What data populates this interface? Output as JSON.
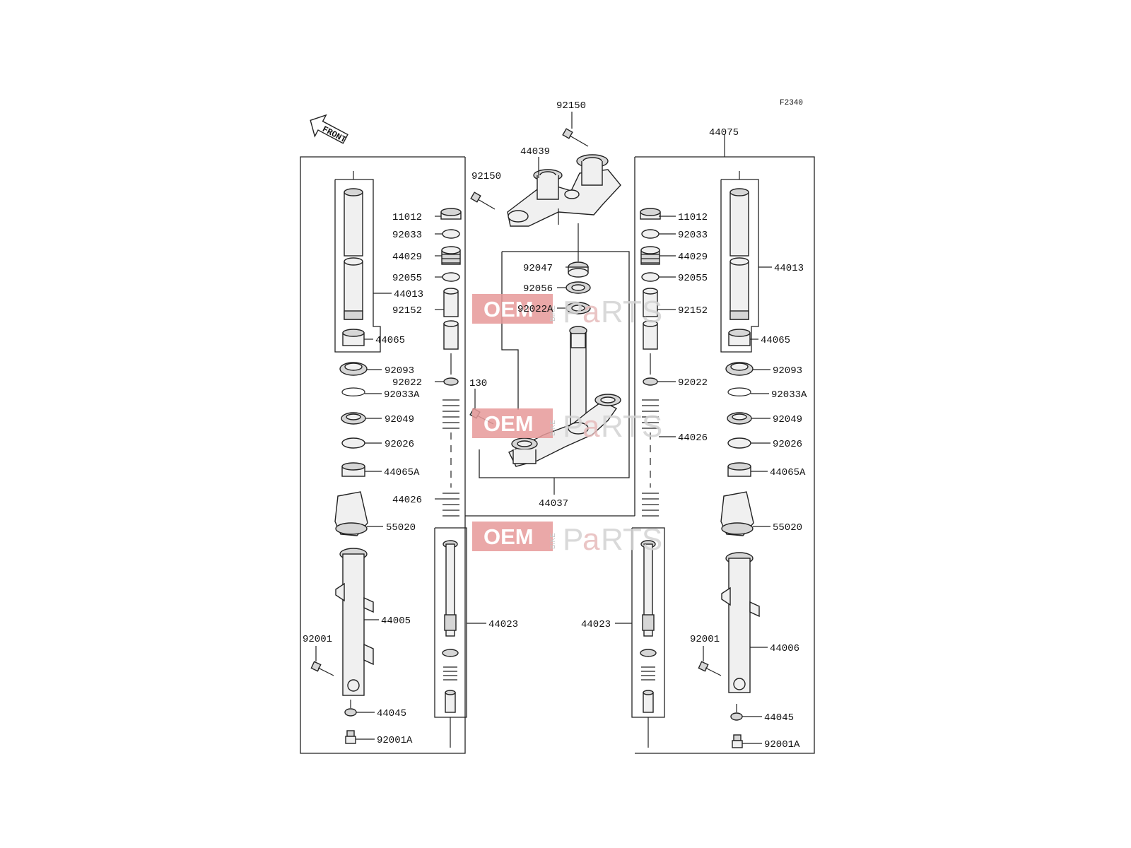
{
  "diagram_code": "F2340",
  "front_label": "FRONT",
  "watermark": {
    "oem": "OEM",
    "bike": "BIKE",
    "p": "P",
    "a": "a",
    "rts": "RTS"
  },
  "labels": {
    "p92150_top": "92150",
    "p44039": "44039",
    "p92150_left": "92150",
    "p44075": "44075",
    "p11012_l": "11012",
    "p92033_l": "92033",
    "p44029_l": "44029",
    "p92055_l": "92055",
    "p44013_l": "44013",
    "p92152_l": "92152",
    "p44065_l": "44065",
    "p92093_l": "92093",
    "p92022_l": "92022",
    "p92033A_l": "92033A",
    "p92049_l": "92049",
    "p92026_l": "92026",
    "p44065A_l": "44065A",
    "p44026_l": "44026",
    "p55020_l": "55020",
    "p44005": "44005",
    "p92001_l": "92001",
    "p44045_l": "44045",
    "p92001A_l": "92001A",
    "p92047": "92047",
    "p92056": "92056",
    "p92022A": "92022A",
    "p130": "130",
    "p44037": "44037",
    "p44023_l": "44023",
    "p44023_r": "44023",
    "p11012_r": "11012",
    "p92033_r": "92033",
    "p44029_r": "44029",
    "p92055_r": "92055",
    "p92152_r": "92152",
    "p92022_r": "92022",
    "p44026_r": "44026",
    "p44013_r": "44013",
    "p44065_r": "44065",
    "p92093_r": "92093",
    "p92033A_r": "92033A",
    "p92049_r": "92049",
    "p92026_r": "92026",
    "p44065A_r": "44065A",
    "p55020_r": "55020",
    "p92001_r": "92001",
    "p44006": "44006",
    "p44045_r": "44045",
    "p92001A_r": "92001A"
  }
}
